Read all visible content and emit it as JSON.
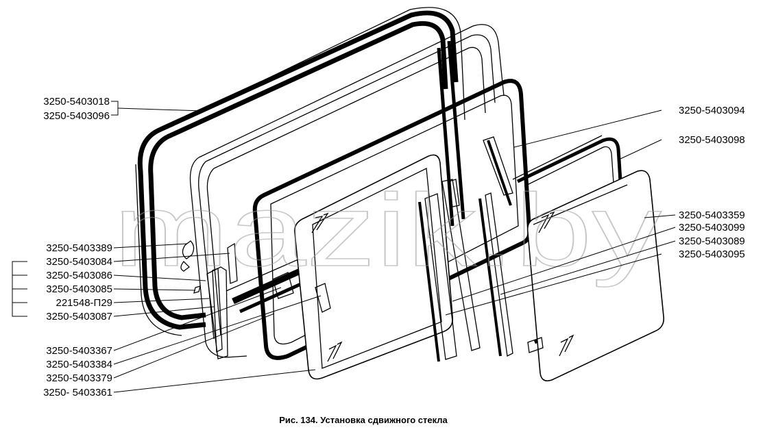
{
  "watermark": "mazik.by",
  "caption": "Рис. 134. Установка сдвижного стекла",
  "left_labels": [
    "3250-5403018",
    "3250-5403096",
    "3250-5403389",
    "3250-5403084",
    "3250-5403086",
    "3250-5403085",
    "221548-П29",
    "3250-5403087",
    "3250-5403367",
    "3250-5403384",
    "3250-5403379",
    "3250- 5403361"
  ],
  "right_labels": [
    "3250-5403094",
    "3250-5403098",
    "3250-5403359",
    "3250-5403099",
    "3250-5403089",
    "3250-5403095"
  ]
}
